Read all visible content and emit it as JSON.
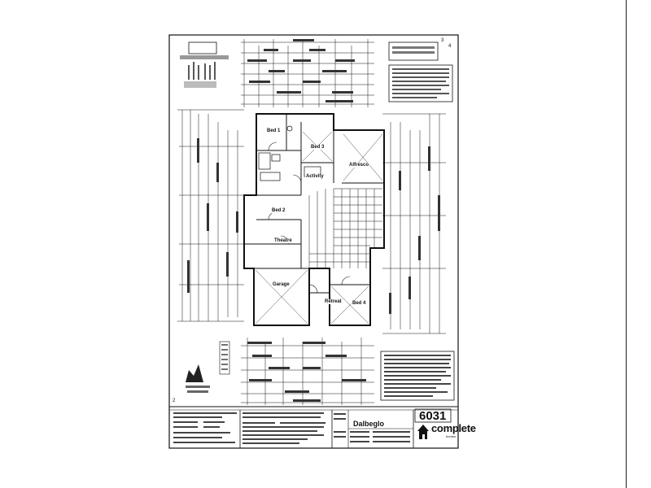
{
  "sheet": {
    "number": "6031",
    "title": "Dalbeglo",
    "brand": "complete",
    "brand_sub": "homes",
    "corner_top": "3",
    "corner_left_bottom": "2",
    "corner_right": "4"
  },
  "rooms": {
    "bed1": "Bed 1",
    "bed3": "Bed 3",
    "bed2": "Bed 2",
    "activity": "Activity",
    "alfresco": "Alfresco",
    "theatre": "Theatre",
    "garage": "Garage",
    "retreat": "Retreat",
    "bed4": "Bed 4"
  },
  "palette": {
    "ink": "#111111",
    "paper": "#ffffff",
    "edge": "#222222"
  }
}
